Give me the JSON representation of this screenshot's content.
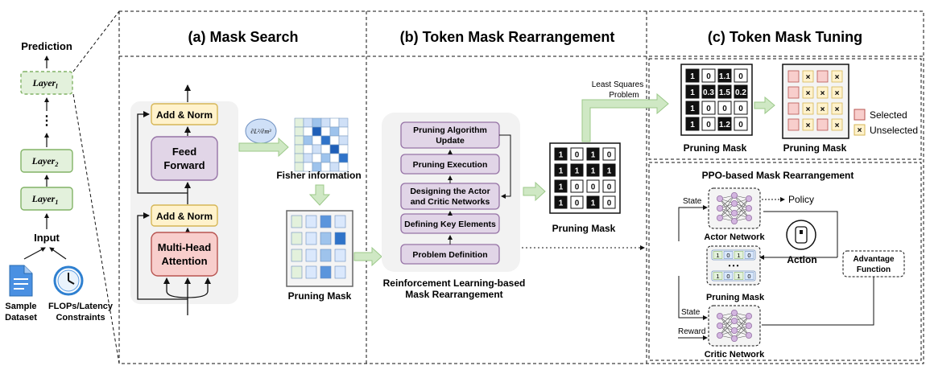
{
  "left_stack": {
    "prediction": "Prediction",
    "layer_l": "Layer",
    "layer_l_sub": "l",
    "dots": "⋮",
    "layer_2": "Layer",
    "layer_2_sub": "2",
    "layer_1": "Layer",
    "layer_1_sub": "1",
    "input": "Input",
    "sample_dataset_line1": "Sample",
    "sample_dataset_line2": "Dataset",
    "constraints_line1": "FLOPs/Latency",
    "constraints_line2": "Constraints"
  },
  "panel_a": {
    "title": "(a) Mask Search",
    "add_norm_top": "Add & Norm",
    "feed_forward_line1": "Feed",
    "feed_forward_line2": "Forward",
    "add_norm_bottom": "Add & Norm",
    "mha_line1": "Multi-Head",
    "mha_line2": "Attention",
    "gradient_label": "∂L²/∂m³",
    "fisher_label": "Fisher information",
    "pruning_mask_label": "Pruning Mask"
  },
  "panel_b": {
    "title": "(b) Token Mask Rearrangement",
    "steps": [
      "Pruning Algorithm Update",
      "Pruning Execution",
      "Designing the Actor and Critic Networks",
      "Defining Key Elements",
      "Problem Definition"
    ],
    "caption_line1": "Reinforcement Learning-based",
    "caption_line2": "Mask Rearrangement",
    "least_squares_line1": "Least Squares",
    "least_squares_line2": "Problem",
    "binary_mask": [
      [
        "1",
        "0",
        "1",
        "0"
      ],
      [
        "1",
        "1",
        "1",
        "1"
      ],
      [
        "1",
        "0",
        "0",
        "0"
      ],
      [
        "1",
        "0",
        "1",
        "0"
      ]
    ],
    "pruning_mask_label": "Pruning Mask"
  },
  "panel_c": {
    "title": "(c) Token Mask Tuning",
    "value_mask": [
      [
        "1",
        "0",
        "1.1",
        "0"
      ],
      [
        "1",
        "0.3",
        "1.5",
        "0.2"
      ],
      [
        "1",
        "0",
        "0",
        "0"
      ],
      [
        "1",
        "0",
        "1.2",
        "0"
      ]
    ],
    "pruning_mask_label_1": "Pruning Mask",
    "pruning_mask_label_2": "Pruning Mask",
    "legend_selected": "Selected",
    "legend_unselected": "Unselected",
    "unselected_mark": "×",
    "ppo_title": "PPO-based Mask Rearrangement",
    "state_top": "State",
    "policy": "Policy",
    "actor_network": "Actor Network",
    "action": "Action",
    "advantage_line1": "Advantage",
    "advantage_line2": "Function",
    "mask_row": [
      "1",
      "0",
      "1",
      "0"
    ],
    "dots": "• • •",
    "pruning_mask_label_3": "Pruning Mask",
    "state_bottom": "State",
    "reward": "Reward",
    "critic_network": "Critic Network"
  },
  "colors": {
    "green_fill": "#e3f1dc",
    "green_stroke": "#82b366",
    "purple_fill": "#e1d5e7",
    "purple_stroke": "#9673a6",
    "red_fill": "#f8cecc",
    "red_stroke": "#b85450",
    "yellow_fill": "#fff2cc",
    "yellow_stroke": "#d6b656",
    "blue_fill": "#dae8fc",
    "blue_stroke": "#6c8ebf",
    "gray_panel": "#f2f2f2"
  }
}
